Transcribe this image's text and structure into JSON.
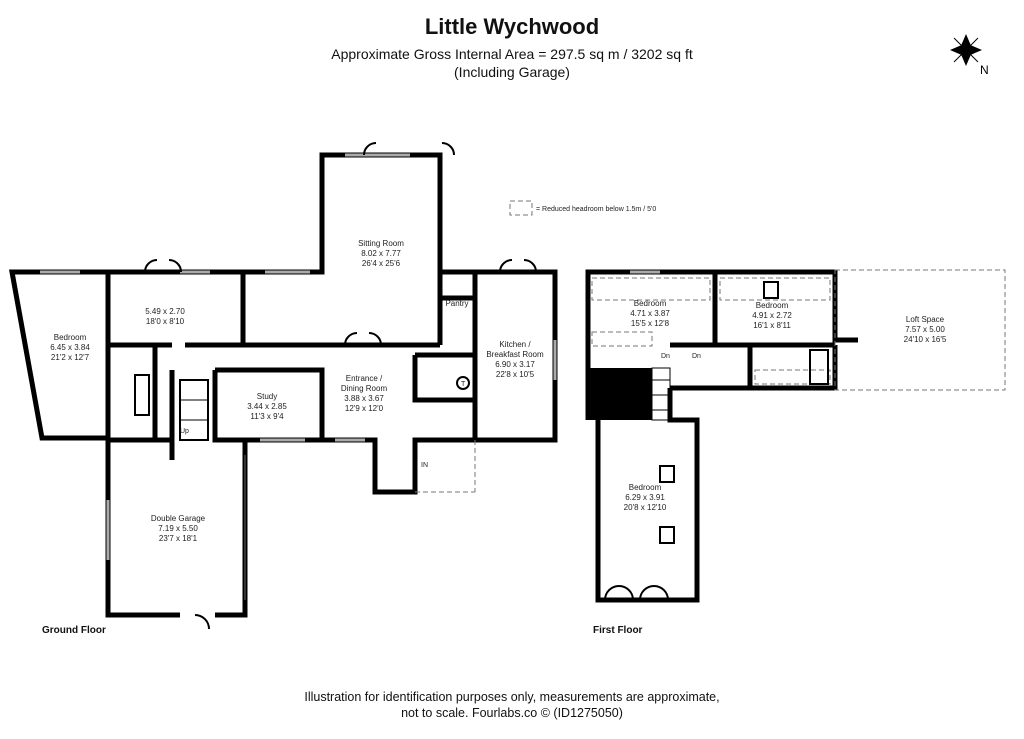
{
  "header": {
    "title": "Little Wychwood",
    "area": "Approximate Gross Internal Area = 297.5 sq m / 3202 sq ft",
    "note": "(Including Garage)"
  },
  "compass": {
    "icon": "compass-rose-icon",
    "label": "N"
  },
  "legend": {
    "text": "= Reduced headroom below 1.5m / 5'0"
  },
  "ground_floor": {
    "label": "Ground Floor",
    "rooms": {
      "bedroom": {
        "name": "Bedroom",
        "metric": "6.45 x 3.84",
        "imperial": "21'2 x 12'7"
      },
      "room2": {
        "metric": "5.49 x 2.70",
        "imperial": "18'0 x 8'10"
      },
      "sitting": {
        "name": "Sitting Room",
        "metric": "8.02 x 7.77",
        "imperial": "26'4 x 25'6"
      },
      "pantry": {
        "name": "Pantry"
      },
      "kitchen": {
        "name1": "Kitchen /",
        "name2": "Breakfast Room",
        "metric": "6.90 x 3.17",
        "imperial": "22'8 x 10'5"
      },
      "study": {
        "name": "Study",
        "metric": "3.44 x 2.85",
        "imperial": "11'3 x 9'4"
      },
      "entrance": {
        "name1": "Entrance /",
        "name2": "Dining Room",
        "metric": "3.88 x 3.67",
        "imperial": "12'9 x 12'0"
      },
      "garage": {
        "name": "Double Garage",
        "metric": "7.19 x 5.50",
        "imperial": "23'7 x 18'1"
      }
    },
    "marks": {
      "up": "Up",
      "in": "IN",
      "t": "T"
    }
  },
  "first_floor": {
    "label": "First Floor",
    "rooms": {
      "bedroom1": {
        "name": "Bedroom",
        "metric": "4.71 x 3.87",
        "imperial": "15'5 x 12'8"
      },
      "bedroom2": {
        "name": "Bedroom",
        "metric": "4.91 x 2.72",
        "imperial": "16'1 x 8'11"
      },
      "loft": {
        "name": "Loft Space",
        "metric": "7.57 x 5.00",
        "imperial": "24'10 x 16'5"
      },
      "bedroom3": {
        "name": "Bedroom",
        "metric": "6.29 x 3.91",
        "imperial": "20'8 x 12'10"
      }
    },
    "marks": {
      "dn1": "Dn",
      "dn2": "Dn"
    }
  },
  "footer": {
    "line1": "Illustration for identification purposes only, measurements are approximate,",
    "line2": "not to scale. Fourlabs.co © (ID1275050)"
  }
}
